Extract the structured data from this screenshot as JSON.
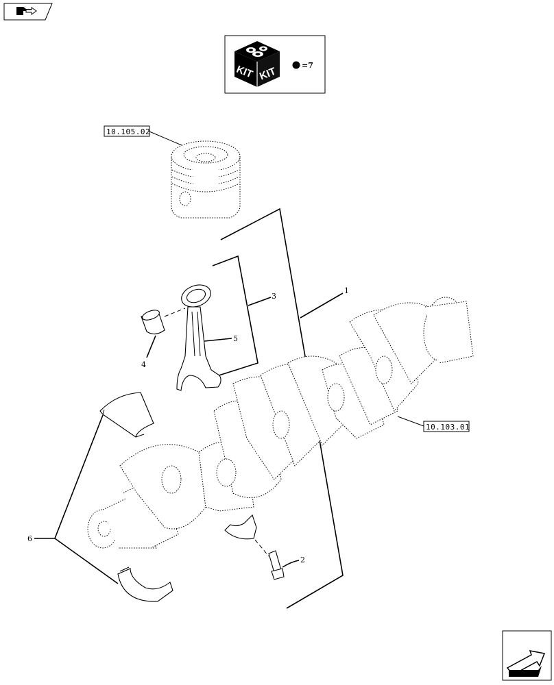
{
  "kit_legend": {
    "kit_word_left": "KIT",
    "kit_word_right": "KIT",
    "equals_text": "=7"
  },
  "references": {
    "piston_ref": "10.105.02",
    "crankshaft_ref": "10.103.01"
  },
  "callouts": {
    "crankshaft_assembly": "1",
    "cap_screw": "2",
    "connecting_rod_assembly": "3",
    "small_end_bushing": "4",
    "connecting_rod": "5",
    "main_bearing_shells": "6"
  },
  "icons": {
    "top_nav": "previous-page-icon",
    "bottom_nav": "next-page-icon",
    "legend": "kit-box-icon"
  }
}
